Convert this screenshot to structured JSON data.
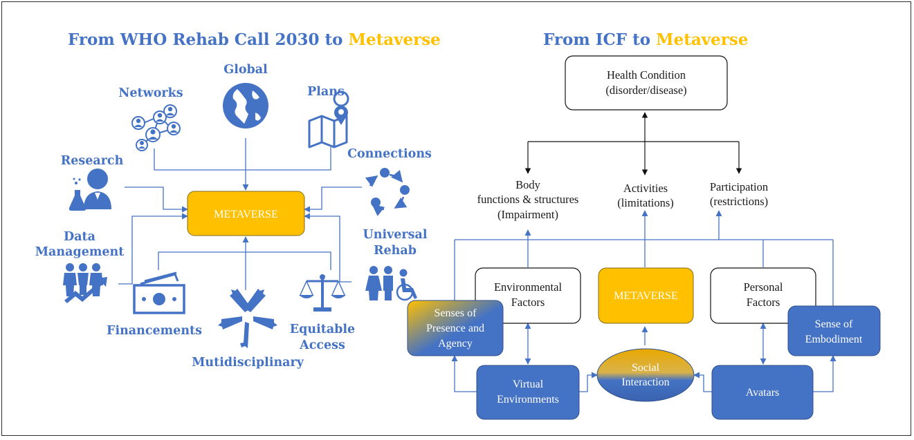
{
  "colors": {
    "blue": "#4472c4",
    "blue_box": "#4472c4",
    "gold": "#ffc000",
    "gold_title": "#ffc000",
    "line": "#4472c4",
    "black": "#111111"
  },
  "left": {
    "title_prefix": "From WHO Rehab Call 2030 to ",
    "title_highlight": "Metaverse",
    "center": "METAVERSE",
    "items": {
      "global": "Global",
      "networks": "Networks",
      "plans": "Plans",
      "research": "Research",
      "connections": "Connections",
      "data_management": [
        "Data",
        "Management"
      ],
      "universal_rehab": [
        "Universal",
        "Rehab"
      ],
      "financements": "Financements",
      "equitable_access": [
        "Equitable",
        "Access"
      ],
      "multidisciplinary": "Mutidisciplinary"
    },
    "icons": [
      "globe-icon",
      "network-icon",
      "map-icon",
      "researcher-icon",
      "cycle-icon",
      "growth-people-icon",
      "disability-icon",
      "money-icon",
      "hands-icon",
      "scales-icon"
    ]
  },
  "right": {
    "title_prefix": "From ICF to ",
    "title_highlight": "Metaverse",
    "health_condition": [
      "Health Condition",
      "(disorder/disease)"
    ],
    "body": [
      "Body",
      "functions & structures",
      "(Impairment)"
    ],
    "activities": [
      "Activities",
      "(limitations)"
    ],
    "participation": [
      "Participation",
      "(restrictions)"
    ],
    "environmental": [
      "Environmental",
      "Factors"
    ],
    "metaverse": "METAVERSE",
    "personal": [
      "Personal",
      "Factors"
    ],
    "senses_presence": [
      "Senses of",
      "Presence and",
      "Agency"
    ],
    "sense_embodiment": [
      "Sense of",
      "Embodiment"
    ],
    "virtual_env": [
      "Virtual",
      "Environments"
    ],
    "social": [
      "Social",
      "Interaction"
    ],
    "avatars": "Avatars"
  }
}
